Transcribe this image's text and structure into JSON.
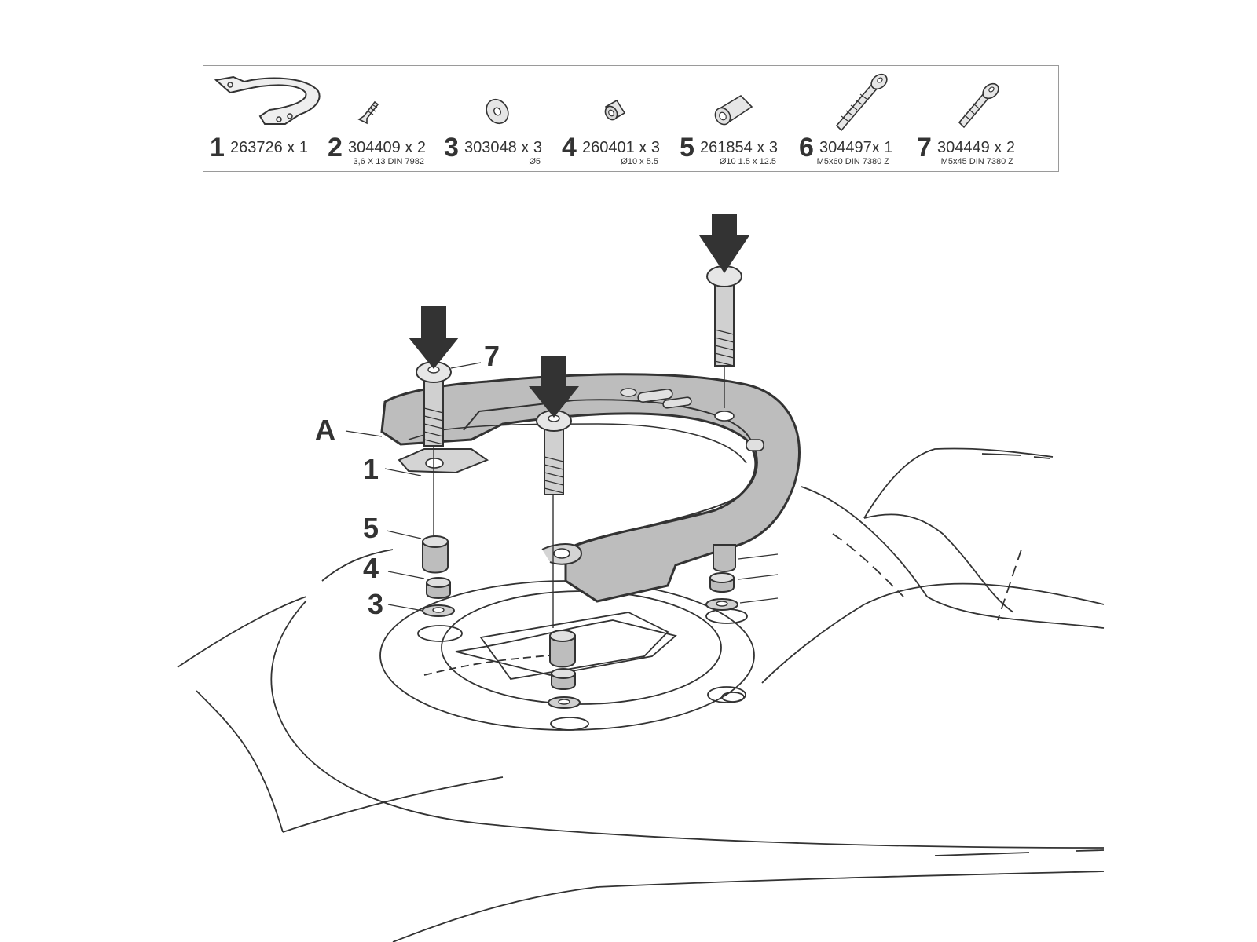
{
  "parts": [
    {
      "number": "1",
      "code": "263726 x 1",
      "spec": "",
      "icon": "ring-bracket-icon"
    },
    {
      "number": "2",
      "code": "304409 x 2",
      "spec": "3,6 X 13 DIN 7982",
      "icon": "screw-icon"
    },
    {
      "number": "3",
      "code": "303048 x 3",
      "spec": "Ø5",
      "icon": "washer-icon"
    },
    {
      "number": "4",
      "code": "260401 x 3",
      "spec": "Ø10 x 5.5",
      "icon": "short-spacer-icon"
    },
    {
      "number": "5",
      "code": "261854 x 3",
      "spec": "Ø10 1.5 x 12.5",
      "icon": "long-spacer-icon"
    },
    {
      "number": "6",
      "code": "304497x 1",
      "spec": "M5x60 DIN 7380 Z",
      "icon": "long-bolt-icon"
    },
    {
      "number": "7",
      "code": "304449 x 2",
      "spec": "M5x45 DIN 7380 Z",
      "icon": "bolt-icon"
    }
  ],
  "callouts": {
    "a": "A",
    "one": "1",
    "three": "3",
    "four": "4",
    "five": "5",
    "seven": "7"
  },
  "colors": {
    "line": "#333333",
    "ring_fill": "#bdbdbd",
    "part_fill": "#c8c8c8",
    "arrow": "#333333"
  }
}
